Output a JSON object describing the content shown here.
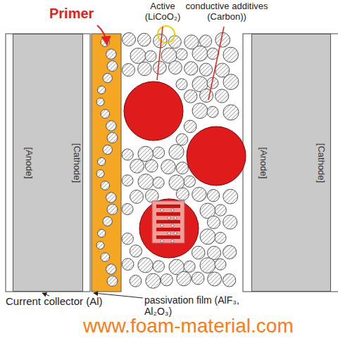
{
  "diagram": {
    "nodes": [
      {
        "text": [
          "[Anode]",
          "[Cathode]"
        ]
      },
      {
        "text": [
          "[Anode]",
          "[Cathode]"
        ]
      }
    ],
    "labels": [
      "Primer",
      "Active (LiCoO₂)",
      "conductive additives (Carbon))",
      "Current collector (Al)",
      "passivation film (AlF₃, Al₂O₃)",
      "www.foam-material.com"
    ]
  }
}
